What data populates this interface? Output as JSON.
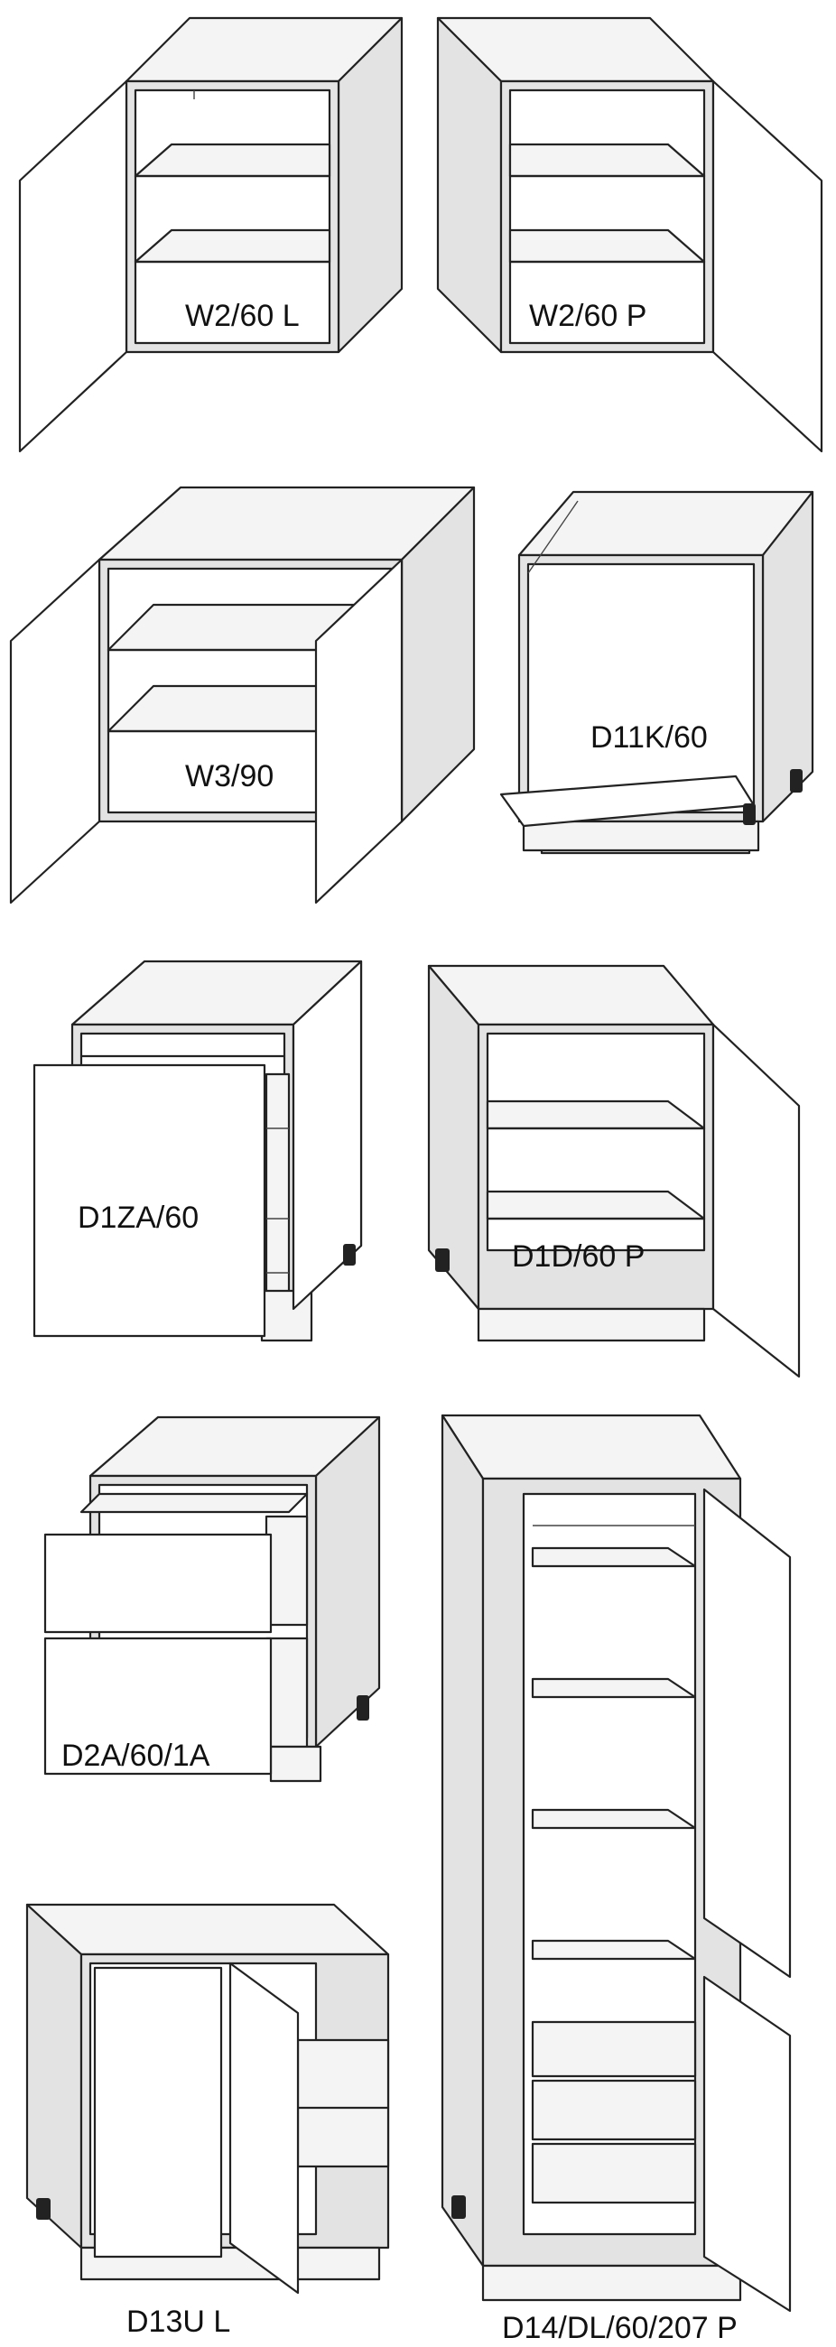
{
  "catalog": {
    "cabinets": [
      {
        "code": "W2/60 L"
      },
      {
        "code": "W2/60 P"
      },
      {
        "code": "W3/90"
      },
      {
        "code": "D11K/60"
      },
      {
        "code": "D1ZA/60"
      },
      {
        "code": "D1D/60 P"
      },
      {
        "code": "D2A/60/1A"
      },
      {
        "code": "D14/DL/60/207 P"
      },
      {
        "code": "D13U L"
      }
    ]
  }
}
